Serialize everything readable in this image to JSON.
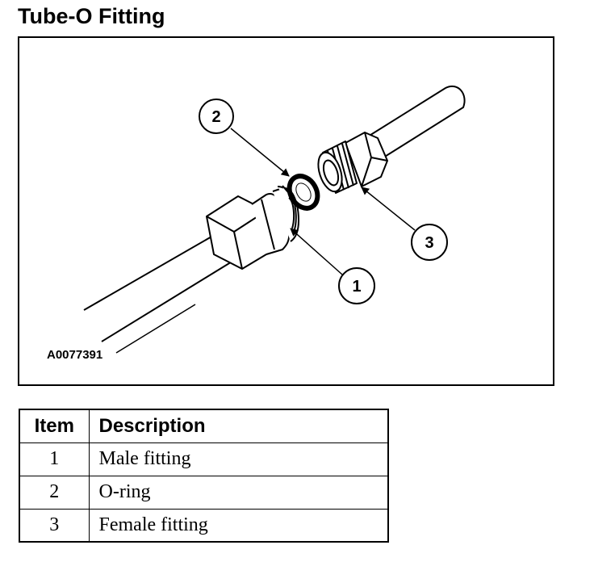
{
  "page": {
    "title": "Tube-O Fitting"
  },
  "figure": {
    "code": "A0077391",
    "callouts": [
      "1",
      "2",
      "3"
    ]
  },
  "legend": {
    "headers": {
      "item": "Item",
      "description": "Description"
    },
    "rows": [
      {
        "item": "1",
        "description": "Male fitting"
      },
      {
        "item": "2",
        "description": "O-ring"
      },
      {
        "item": "3",
        "description": "Female fitting"
      }
    ]
  }
}
